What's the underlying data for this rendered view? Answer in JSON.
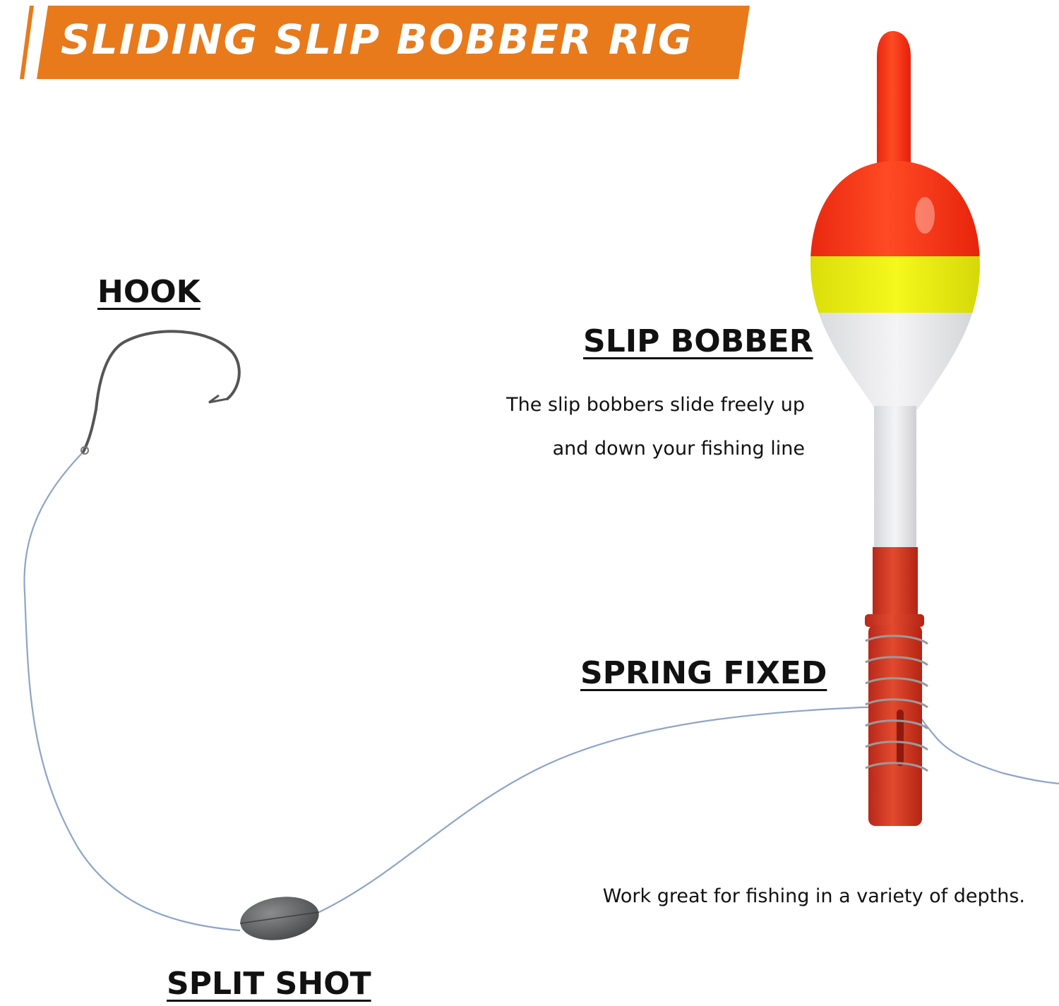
{
  "banner": {
    "title": "SLIDING SLIP BOBBER RIG",
    "color": "#E87A1B"
  },
  "labels": {
    "hook": "HOOK",
    "slip_bobber": "SLIP BOBBER",
    "spring_fixed": "SPRING FIXED",
    "split_shot": "SPLIT SHOT"
  },
  "descriptions": {
    "bobber_line1": "The slip bobbers slide freely up",
    "bobber_line2": "and down your fishing line",
    "depths": "Work great for fishing in a variety of depths."
  },
  "colors": {
    "bobber_red": "#FF3A1A",
    "bobber_yellow": "#EEF20E",
    "bobber_white": "#E8E8EA",
    "stem_red": "#D9361E",
    "line_blue": "#8EA4C8",
    "sinker_gray": "#5C5E60",
    "hook_metal": "#555555"
  }
}
